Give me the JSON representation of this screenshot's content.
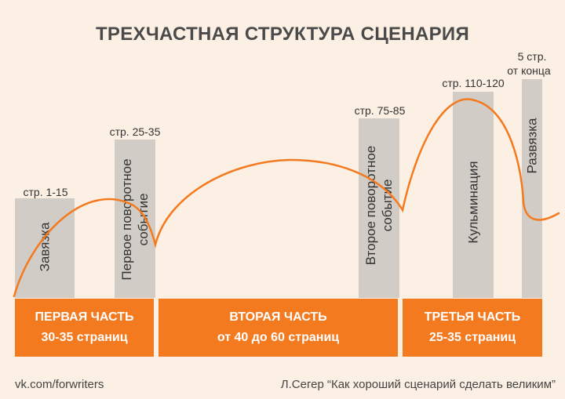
{
  "title": "ТРЕХЧАСТНАЯ СТРУКТУРА СЦЕНАРИЯ",
  "columns": [
    {
      "page_label": "стр. 1-15",
      "text_lines": [
        "Завязка"
      ]
    },
    {
      "page_label": "стр. 25-35",
      "text_lines": [
        "Первое поворотное",
        "событие"
      ]
    },
    {
      "page_label": "стр. 75-85",
      "text_lines": [
        "Второе поворотное",
        "событие"
      ]
    },
    {
      "page_label": "стр. 110-120",
      "text_lines": [
        "Кульминация"
      ]
    },
    {
      "page_label_lines": [
        "5 стр.",
        "от конца"
      ],
      "text_lines": [
        "Развязка"
      ]
    }
  ],
  "parts": [
    {
      "name": "ПЕРВАЯ ЧАСТЬ",
      "pages": "30-35 страниц"
    },
    {
      "name": "ВТОРАЯ ЧАСТЬ",
      "pages": "от 40 до 60 страниц"
    },
    {
      "name": "ТРЕТЬЯ ЧАСТЬ",
      "pages": "25-35 страниц"
    }
  ],
  "footer": {
    "left": "vk.com/forwriters",
    "right": "Л.Сегер “Как хороший сценарий сделать великим”"
  },
  "colors": {
    "accent": "#f47a20",
    "background": "#fcf0e4",
    "column": "#d1ccc5"
  }
}
